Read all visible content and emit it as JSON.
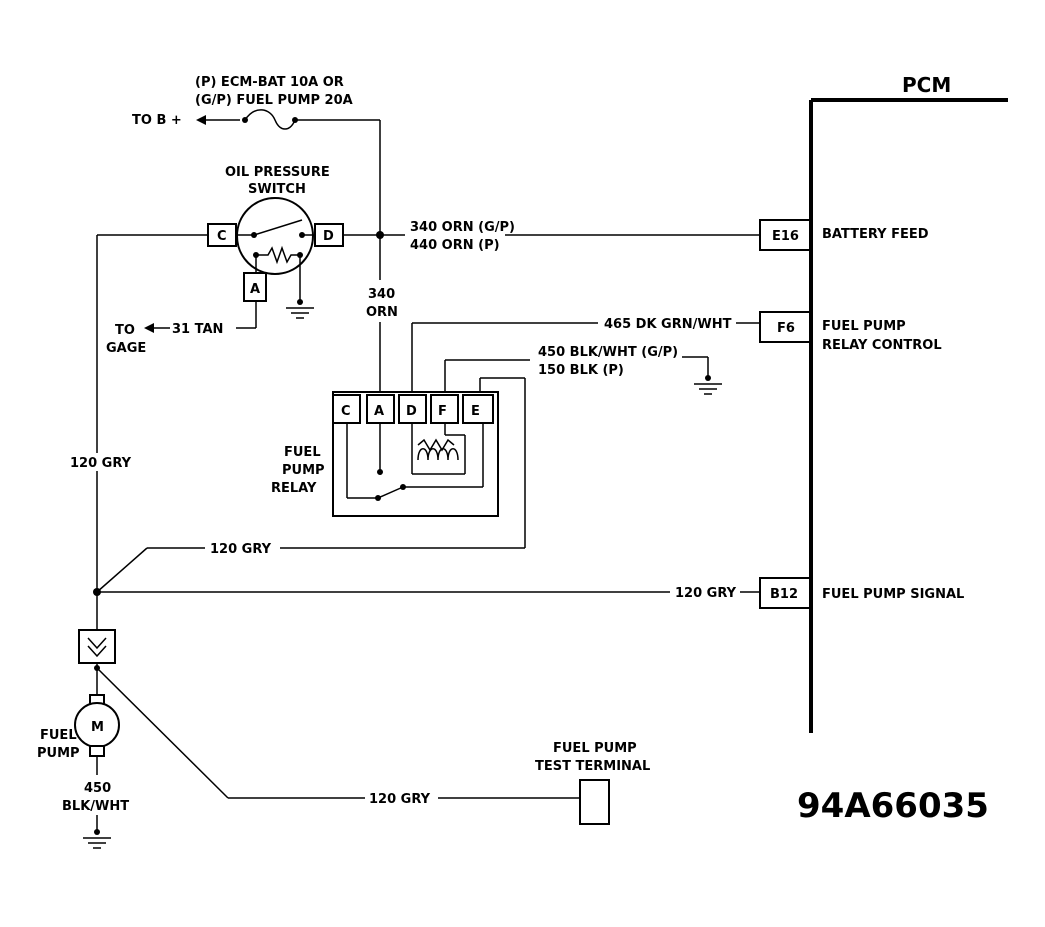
{
  "pcm": {
    "title": "PCM",
    "pins": [
      {
        "pin": "E16",
        "label": "BATTERY FEED"
      },
      {
        "pin": "F6",
        "label_line1": "FUEL PUMP",
        "label_line2": "RELAY CONTROL"
      },
      {
        "pin": "B12",
        "label": "FUEL PUMP SIGNAL"
      }
    ]
  },
  "fuse": {
    "line1": "(P) ECM-BAT 10A OR",
    "line2": "(G/P) FUEL PUMP 20A"
  },
  "to_b_plus": "TO B +",
  "oil_pressure_switch": {
    "label_line1": "OIL PRESSURE",
    "label_line2": "SWITCH",
    "terminals": [
      "C",
      "D",
      "A"
    ]
  },
  "to_gage": {
    "line1": "TO",
    "line2": "GAGE",
    "wire": "31 TAN"
  },
  "wires": {
    "orn_main_1": "340 ORN (G/P)",
    "orn_main_2": "440 ORN (P)",
    "orn_vertical_1": "340",
    "orn_vertical_2": "ORN",
    "dk_grn_wht": "465 DK GRN/WHT",
    "blk_wht_1": "450 BLK/WHT (G/P)",
    "blk_wht_2": "150 BLK (P)",
    "gry_left": "120 GRY",
    "gry_relay": "120 GRY",
    "gry_signal": "120 GRY",
    "gry_test": "120 GRY"
  },
  "relay": {
    "label_line1": "FUEL",
    "label_line2": "PUMP",
    "label_line3": "RELAY",
    "terminals": [
      "C",
      "A",
      "D",
      "F",
      "E"
    ]
  },
  "fuel_pump": {
    "line1": "FUEL",
    "line2": "PUMP",
    "motor": "M"
  },
  "pump_ground": {
    "line1": "450",
    "line2": "BLK/WHT"
  },
  "test_terminal": {
    "line1": "FUEL PUMP",
    "line2": "TEST TERMINAL"
  },
  "figure_code": "94A66035"
}
